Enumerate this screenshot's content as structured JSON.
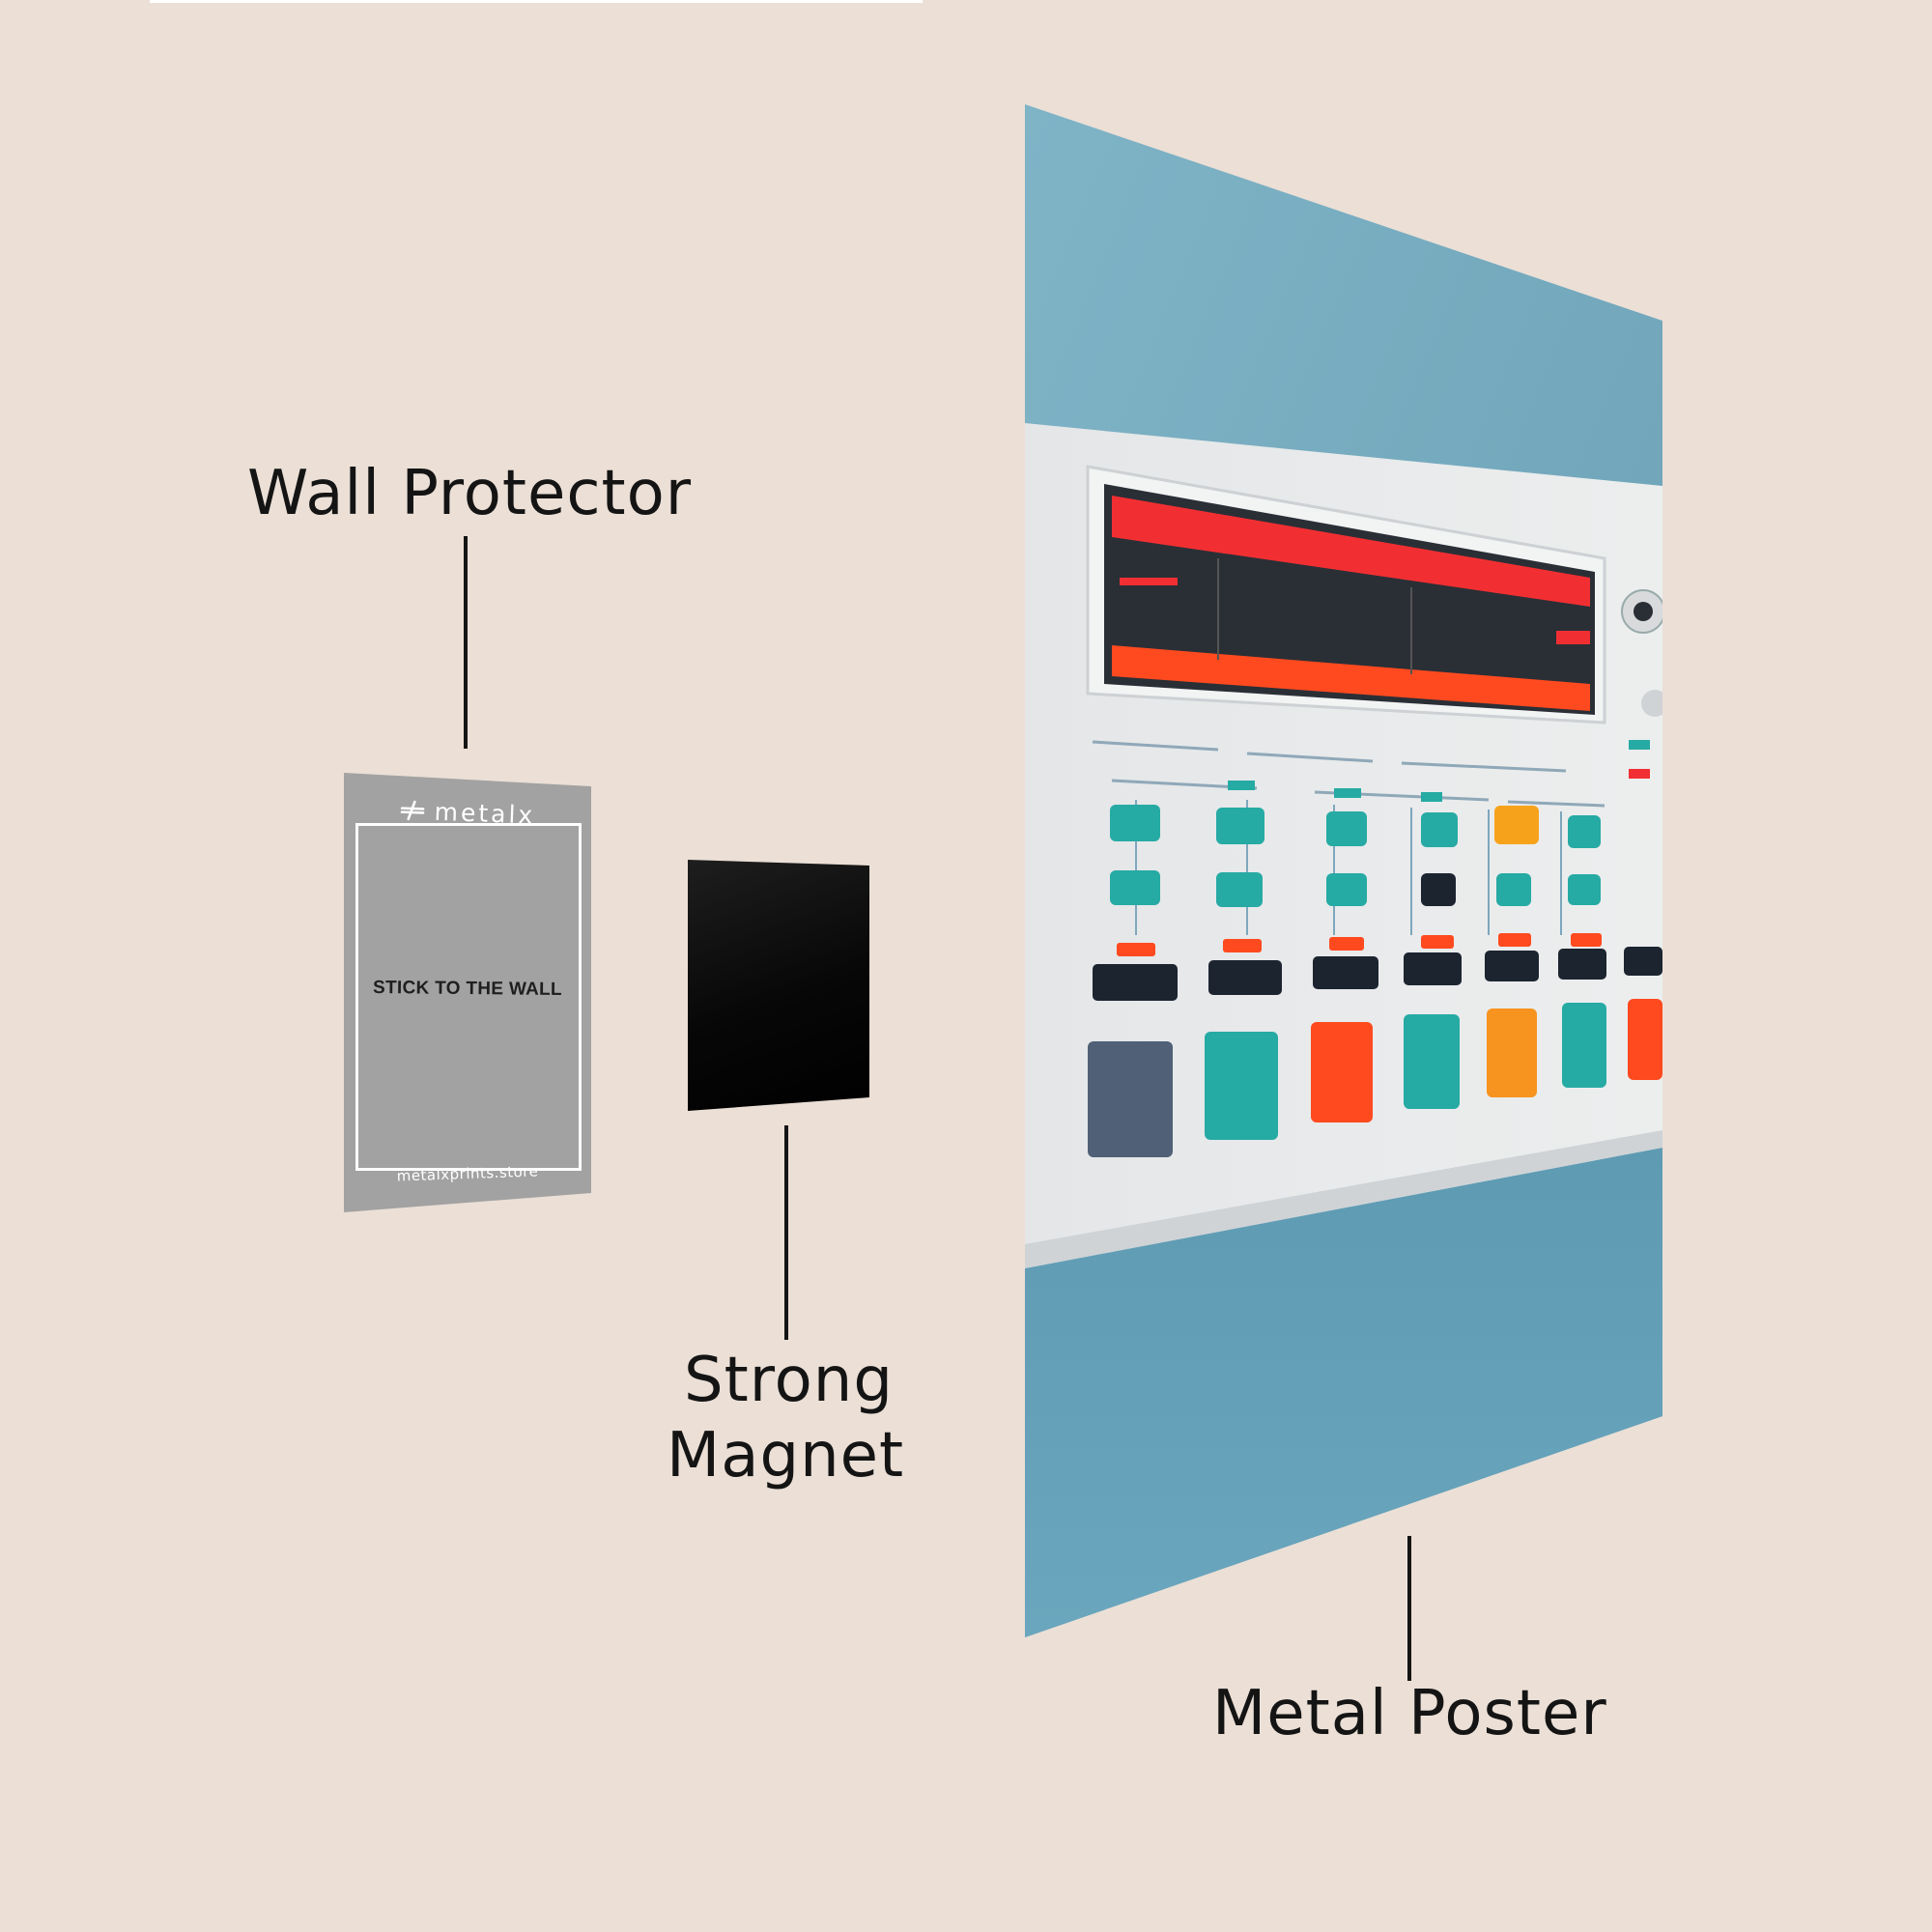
{
  "labels": {
    "wall_protector": "Wall Protector",
    "strong_magnet_line1": "Strong",
    "strong_magnet_line2": "Magnet",
    "metal_poster": "Metal Poster"
  },
  "protector": {
    "brand": "metalx",
    "instruction": "STICK TO THE WALL",
    "website": "metalxprints.store"
  },
  "poster": {
    "subject": "synthesizer drum machine",
    "background_color": "#7aaec2",
    "panel_color": "#e6e8e9",
    "display_color": "#f12f32",
    "accent_colors": [
      "#26aaa4",
      "#ff4a1f",
      "#f7931f",
      "#4f6077",
      "#1c2430"
    ]
  },
  "colors": {
    "page_background": "#ebdfd6",
    "protector": "#a2a2a2",
    "magnet": "#000000",
    "text": "#141414"
  }
}
